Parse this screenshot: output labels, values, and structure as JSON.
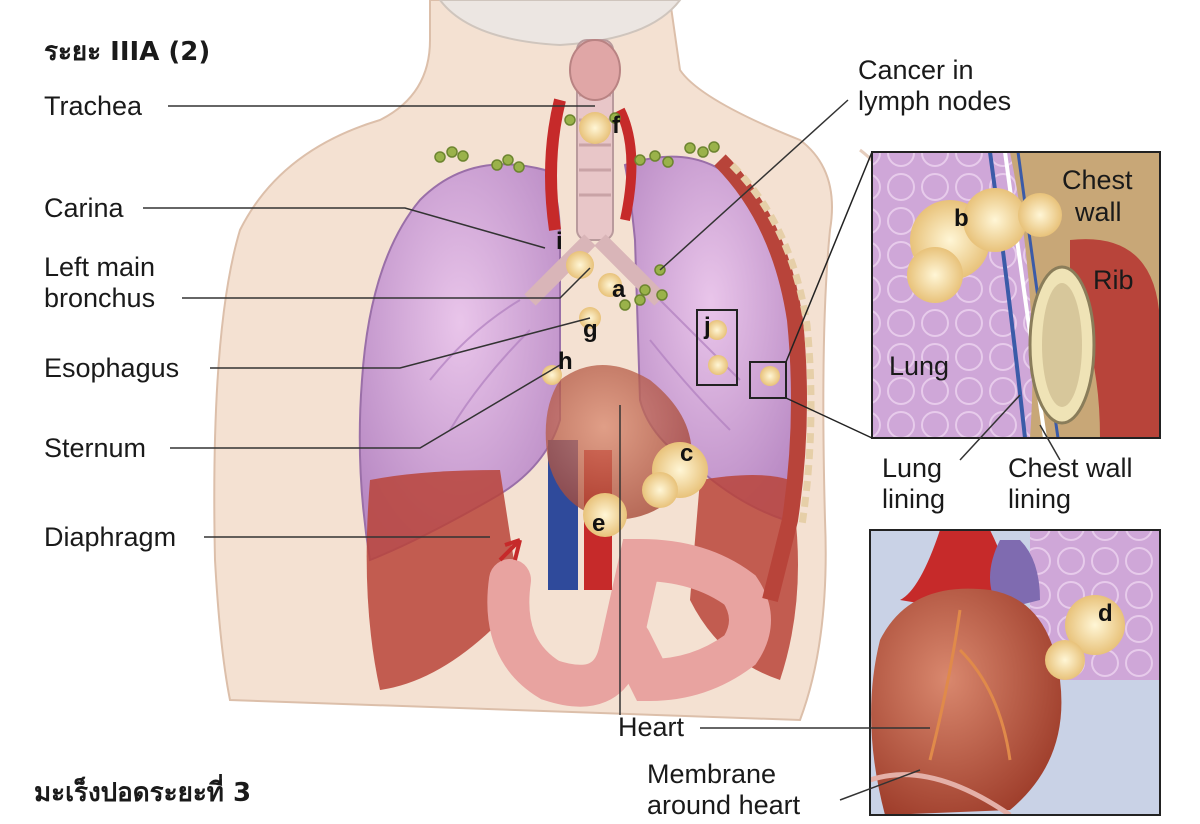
{
  "titles": {
    "stage": "ระยะ IIIA (2)",
    "caption": "มะเร็งปอดระยะที่ 3"
  },
  "labels": {
    "trachea": "Trachea",
    "carina": "Carina",
    "left_main_bronchus": [
      "Left main",
      "bronchus"
    ],
    "esophagus": "Esophagus",
    "sternum": "Sternum",
    "diaphragm": "Diaphragm",
    "cancer_lymph": [
      "Cancer in",
      "lymph nodes"
    ],
    "chest_wall": [
      "Chest",
      "wall"
    ],
    "rib": "Rib",
    "lung": "Lung",
    "lung_lining": [
      "Lung",
      "lining"
    ],
    "chest_wall_lining": [
      "Chest wall",
      "lining"
    ],
    "heart": "Heart",
    "membrane": [
      "Membrane",
      "around heart"
    ]
  },
  "markers": [
    "a",
    "b",
    "c",
    "d",
    "e",
    "f",
    "g",
    "h",
    "i",
    "j"
  ],
  "colors": {
    "skin": "#f4e1d2",
    "lung": "#d7a8d8",
    "heart": "#b9553e",
    "tumor": "#f7e2a2",
    "lymph_node": "#9ab24a",
    "vein": "#2f4a9b",
    "artery": "#c62a2a",
    "muscle": "#b8443a",
    "stomach": "#e8a3a0"
  }
}
